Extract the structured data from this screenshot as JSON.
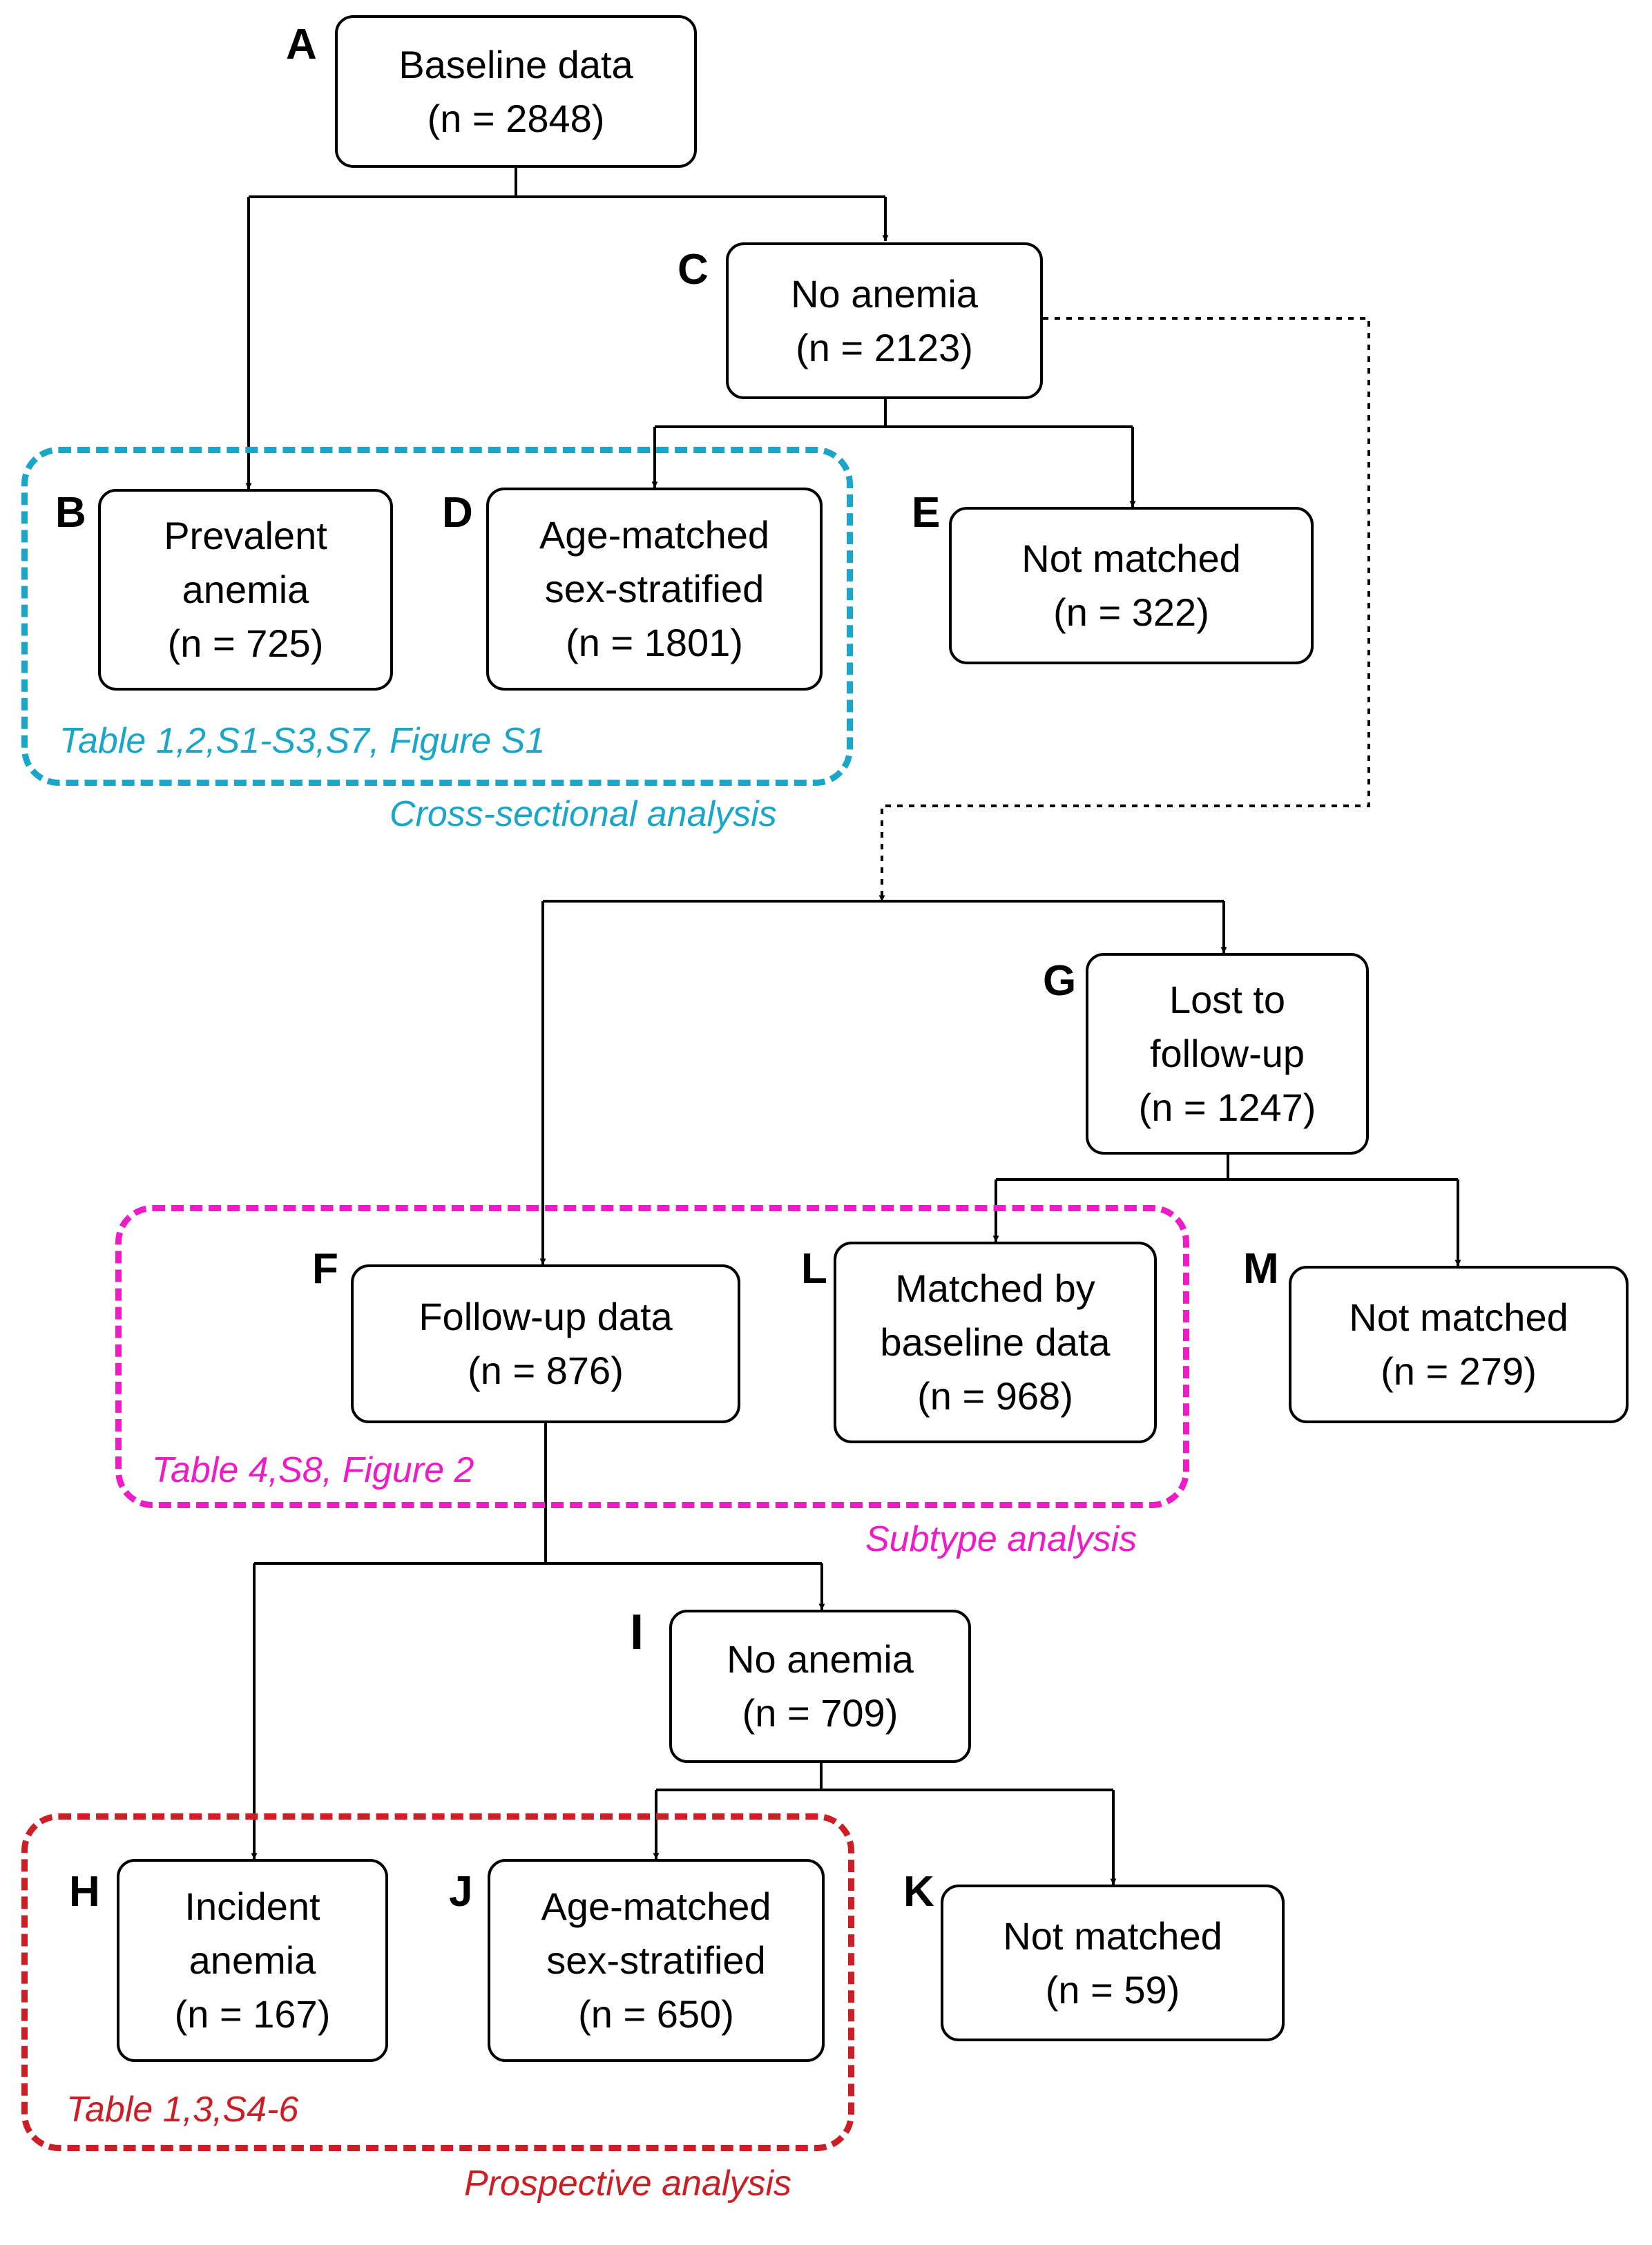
{
  "colors": {
    "cross": "#1aa6c8",
    "subtype": "#ee1bc6",
    "prospective": "#cc1f25"
  },
  "nodes": {
    "A": {
      "letter": "A",
      "lines": [
        "Baseline data",
        "(n = 2848)"
      ]
    },
    "B": {
      "letter": "B",
      "lines": [
        "Prevalent",
        "anemia",
        "(n = 725)"
      ]
    },
    "C": {
      "letter": "C",
      "lines": [
        "No anemia",
        "(n = 2123)"
      ]
    },
    "D": {
      "letter": "D",
      "lines": [
        "Age-matched",
        "sex-stratified",
        "(n = 1801)"
      ]
    },
    "E": {
      "letter": "E",
      "lines": [
        "Not matched",
        "(n = 322)"
      ]
    },
    "F": {
      "letter": "F",
      "lines": [
        "Follow-up data",
        "(n = 876)"
      ]
    },
    "G": {
      "letter": "G",
      "lines": [
        "Lost to",
        "follow-up",
        "(n = 1247)"
      ]
    },
    "H": {
      "letter": "H",
      "lines": [
        "Incident",
        "anemia",
        "(n = 167)"
      ]
    },
    "I": {
      "letter": "I",
      "lines": [
        "No anemia",
        "(n = 709)"
      ]
    },
    "J": {
      "letter": "J",
      "lines": [
        "Age-matched",
        "sex-stratified",
        "(n = 650)"
      ]
    },
    "K": {
      "letter": "K",
      "lines": [
        "Not matched",
        "(n = 59)"
      ]
    },
    "L": {
      "letter": "L",
      "lines": [
        "Matched by",
        "baseline data",
        "(n = 968)"
      ]
    },
    "M": {
      "letter": "M",
      "lines": [
        "Not matched",
        "(n = 279)"
      ]
    }
  },
  "groups": {
    "cross": {
      "refs": "Table 1,2,S1-S3,S7, Figure S1",
      "label": "Cross-sectional analysis"
    },
    "subtype": {
      "refs": "Table 4,S8, Figure 2",
      "label": "Subtype analysis"
    },
    "prospective": {
      "refs": "Table 1,3,S4-6",
      "label": "Prospective analysis"
    }
  }
}
